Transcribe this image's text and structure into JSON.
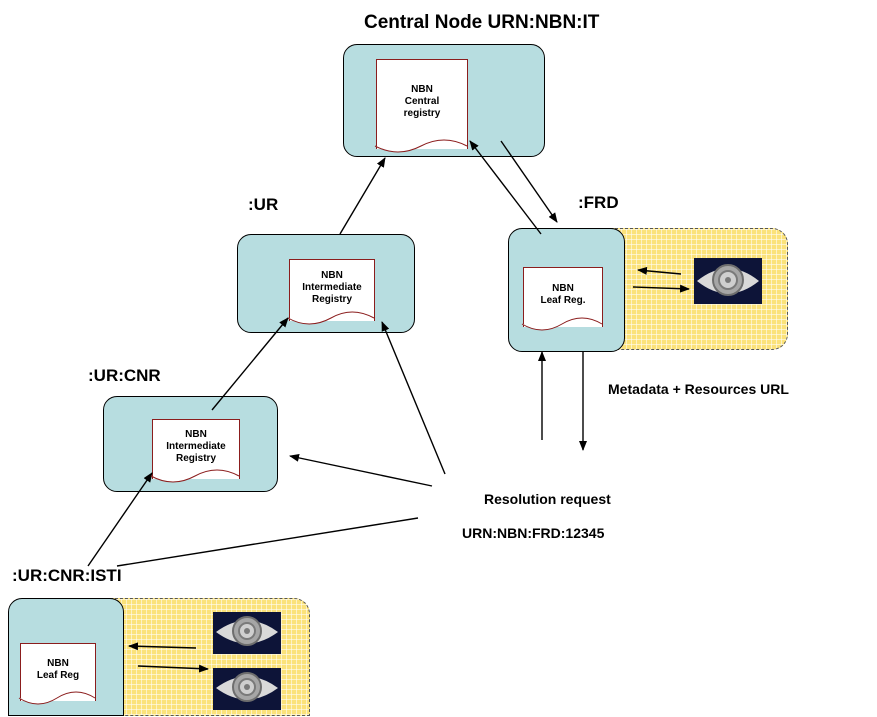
{
  "title": "Central Node URN:NBN:IT",
  "levels": {
    "ur": ":UR",
    "ur_cnr": ":UR:CNR",
    "ur_cnr_isti": ":UR:CNR:ISTI",
    "frd": ":FRD"
  },
  "docs": {
    "central": "NBN\nCentral\nregistry",
    "intermediate_ur": "NBN\nIntermediate\nRegistry",
    "intermediate_cnr": "NBN\nIntermediate\nRegistry",
    "leaf_frd": "NBN\nLeaf Reg.",
    "leaf_isti": "NBN\nLeaf Reg"
  },
  "metadata_label": "Metadata +  Resources URL",
  "resolution": {
    "title": "Resolution request",
    "urn": "URN:NBN:FRD:12345"
  },
  "icons": [
    "open-archives-logo",
    "open-archives-logo",
    "open-archives-logo"
  ],
  "colors": {
    "node_fill": "#b7dde0",
    "grid_fill": "#fbe27a",
    "doc_border": "#8b1d1d"
  }
}
